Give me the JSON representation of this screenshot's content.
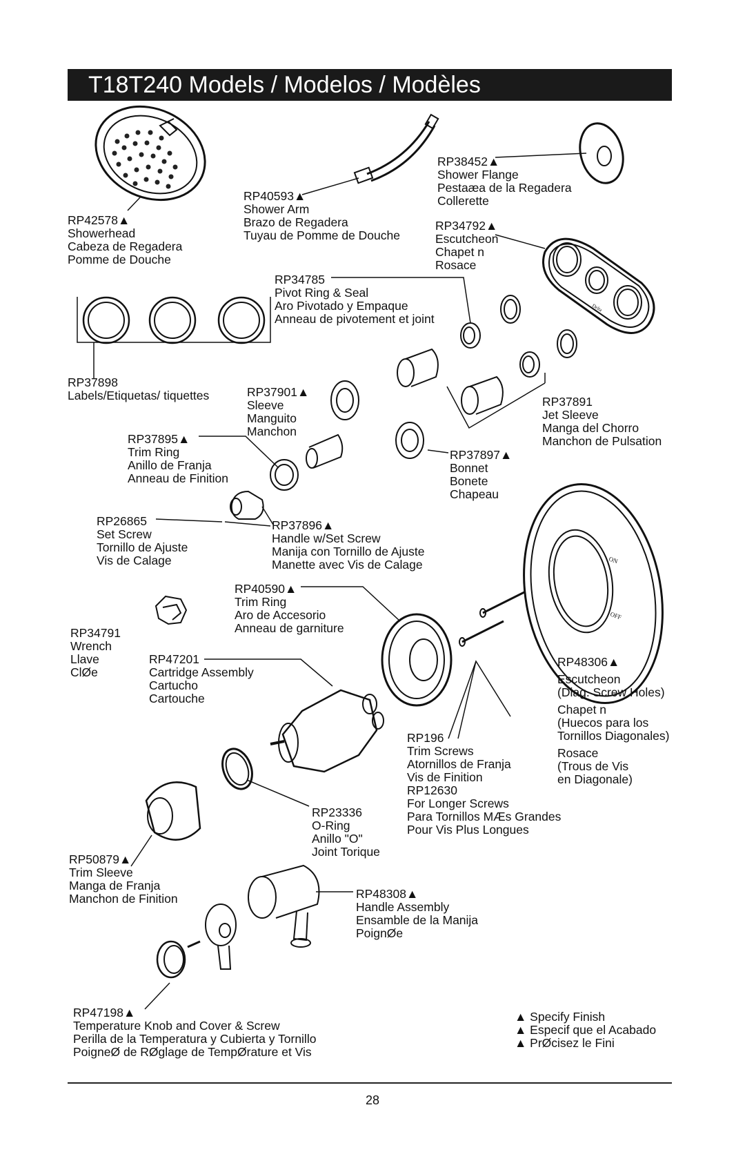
{
  "title": "T18T240 Models / Modelos / Modèles",
  "callouts": [
    {
      "id": "showerhead",
      "lines": [
        "RP42578▲",
        "Showerhead",
        "Cabeza de Regadera",
        "Pomme de Douche"
      ]
    },
    {
      "id": "shower-arm",
      "lines": [
        "RP40593▲",
        "Shower Arm",
        "Brazo de Regadera",
        "Tuyau de Pomme de Douche"
      ]
    },
    {
      "id": "shower-flange",
      "lines": [
        "RP38452▲",
        "Shower Flange",
        "Pestaæa de la Regadera",
        "Collerette"
      ]
    },
    {
      "id": "escutcheon-top",
      "lines": [
        "RP34792▲",
        "Escutcheon",
        "Chapet n",
        "Rosace"
      ]
    },
    {
      "id": "pivot-ring",
      "lines": [
        "RP34785",
        "Pivot Ring & Seal",
        "Aro Pivotado y Empaque",
        "Anneau de pivotement et joint"
      ]
    },
    {
      "id": "labels",
      "lines": [
        "RP37898",
        "Labels/Etiquetas/ tiquettes"
      ]
    },
    {
      "id": "sleeve",
      "lines": [
        "RP37901▲",
        "Sleeve",
        "Manguito",
        "Manchon"
      ]
    },
    {
      "id": "jet-sleeve",
      "lines": [
        "RP37891",
        "Jet Sleeve",
        "Manga del Chorro",
        "Manchon de Pulsation"
      ]
    },
    {
      "id": "trim-ring-1",
      "lines": [
        "RP37895▲",
        "Trim Ring",
        "Anillo de Franja",
        "Anneau de Finition"
      ]
    },
    {
      "id": "bonnet",
      "lines": [
        "RP37897▲",
        "Bonnet",
        "Bonete",
        "Chapeau"
      ]
    },
    {
      "id": "set-screw",
      "lines": [
        "RP26865",
        "Set Screw",
        "Tornillo de Ajuste",
        "Vis de Calage"
      ]
    },
    {
      "id": "handle-set-screw",
      "lines": [
        "RP37896▲",
        "Handle w/Set Screw",
        "Manija con Tornillo de Ajuste",
        "Manette avec Vis de Calage"
      ]
    },
    {
      "id": "trim-ring-2",
      "lines": [
        "RP40590▲",
        "Trim Ring",
        "Aro de Accesorio",
        "Anneau de garniture"
      ]
    },
    {
      "id": "wrench",
      "lines": [
        "RP34791",
        "Wrench",
        "Llave",
        "ClØe"
      ]
    },
    {
      "id": "cartridge",
      "lines": [
        "RP47201",
        "Cartridge Assembly",
        "Cartucho",
        "Cartouche"
      ]
    },
    {
      "id": "escutcheon-diag",
      "lines": [
        "RP48306▲",
        "Escutcheon",
        "(Diag. Screw Holes)",
        "Chapet n",
        "(Huecos para los",
        "Tornillos Diagonales)",
        "Rosace",
        "(Trous de Vis",
        "en Diagonale)"
      ]
    },
    {
      "id": "trim-screws",
      "lines": [
        "RP196",
        "Trim Screws",
        "Atornillos de Franja",
        "Vis de Finition",
        "RP12630",
        "For Longer Screws",
        "Para Tornillos MÆs Grandes",
        "Pour Vis Plus Longues"
      ]
    },
    {
      "id": "o-ring",
      "lines": [
        "RP23336",
        "O-Ring",
        "Anillo \"O\"",
        "Joint Torique"
      ]
    },
    {
      "id": "trim-sleeve",
      "lines": [
        "RP50879▲",
        "Trim Sleeve",
        "Manga de Franja",
        "Manchon de Finition"
      ]
    },
    {
      "id": "handle-assembly",
      "lines": [
        "RP48308▲",
        "Handle Assembly",
        "Ensamble de la Manija",
        "PoignØe"
      ]
    },
    {
      "id": "temp-knob",
      "lines": [
        "RP47198▲",
        "Temperature Knob and Cover & Screw",
        "Perilla de la Temperatura y Cubierta y Tornillo",
        "PoigneØ de RØglage de TempØrature et Vis"
      ]
    },
    {
      "id": "legend",
      "lines": [
        "▲ Specify Finish",
        "▲ Especif que el Acabado",
        "▲ PrØcisez le Fini"
      ]
    }
  ],
  "part_marks": {
    "on_text": "ON",
    "off_text": "OFF",
    "brand_text": "Delta"
  },
  "page_number": "28"
}
